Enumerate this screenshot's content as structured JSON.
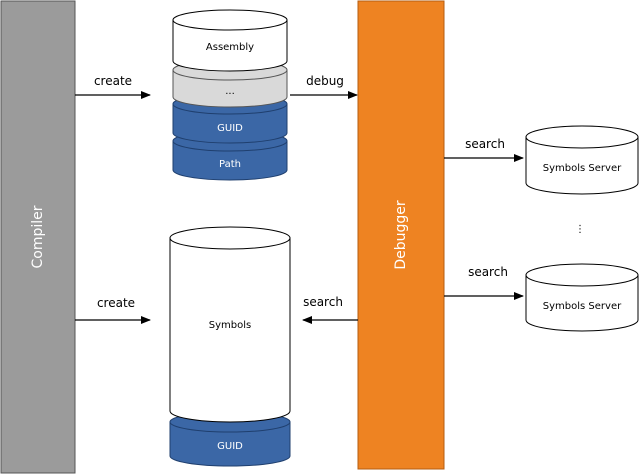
{
  "compiler": {
    "label": "Compiler"
  },
  "debugger": {
    "label": "Debugger"
  },
  "arrows": {
    "create_top": "create",
    "create_bottom": "create",
    "debug": "debug",
    "search_symbols": "search",
    "search_server_1": "search",
    "search_server_2": "search"
  },
  "assembly_stack": {
    "assembly": "Assembly",
    "ellipsis": "...",
    "guid": "GUID",
    "path": "Path"
  },
  "symbols_stack": {
    "symbols": "Symbols",
    "guid": "GUID"
  },
  "servers": {
    "server_1": "Symbols Server",
    "ellipsis": "⋮",
    "server_2": "Symbols Server"
  },
  "colors": {
    "compiler_fill": "#9b9b9b",
    "debugger_fill": "#ee8322",
    "blue_disk": "#3b67a6",
    "gray_disk": "#d9d9d9"
  }
}
